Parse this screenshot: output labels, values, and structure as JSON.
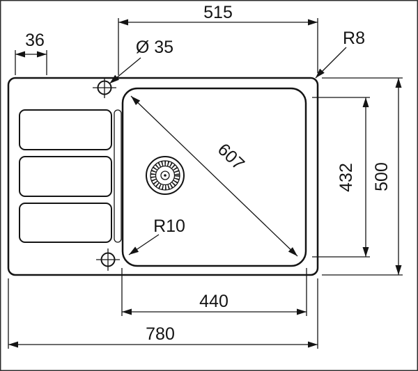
{
  "diagram": {
    "type": "technical-drawing",
    "subject": "kitchen sink top view with drainboard, bowl, drain and mounting holes",
    "background": "#ffffff",
    "line_color": "#141414",
    "dimensions": {
      "width_top": "515",
      "offset_left": "36",
      "hole_diameter": "Ø 35",
      "radius_outer": "R8",
      "diagonal": "607",
      "height_bowl": "432",
      "height_total": "500",
      "radius_inner": "R10",
      "width_bowl": "440",
      "width_total": "780"
    }
  }
}
